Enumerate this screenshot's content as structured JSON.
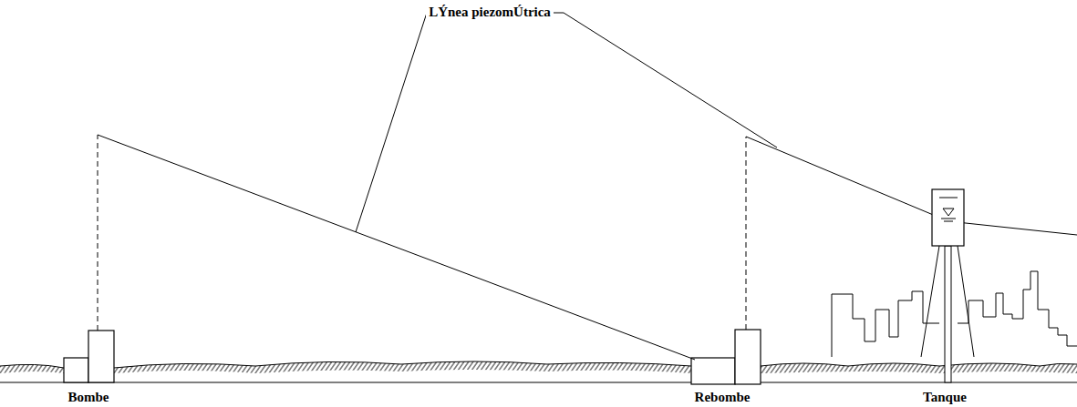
{
  "diagram": {
    "labels": [
      "LÝnea piezomÚtrica",
      "Bombe",
      "Rebombe",
      "Tanque"
    ]
  }
}
